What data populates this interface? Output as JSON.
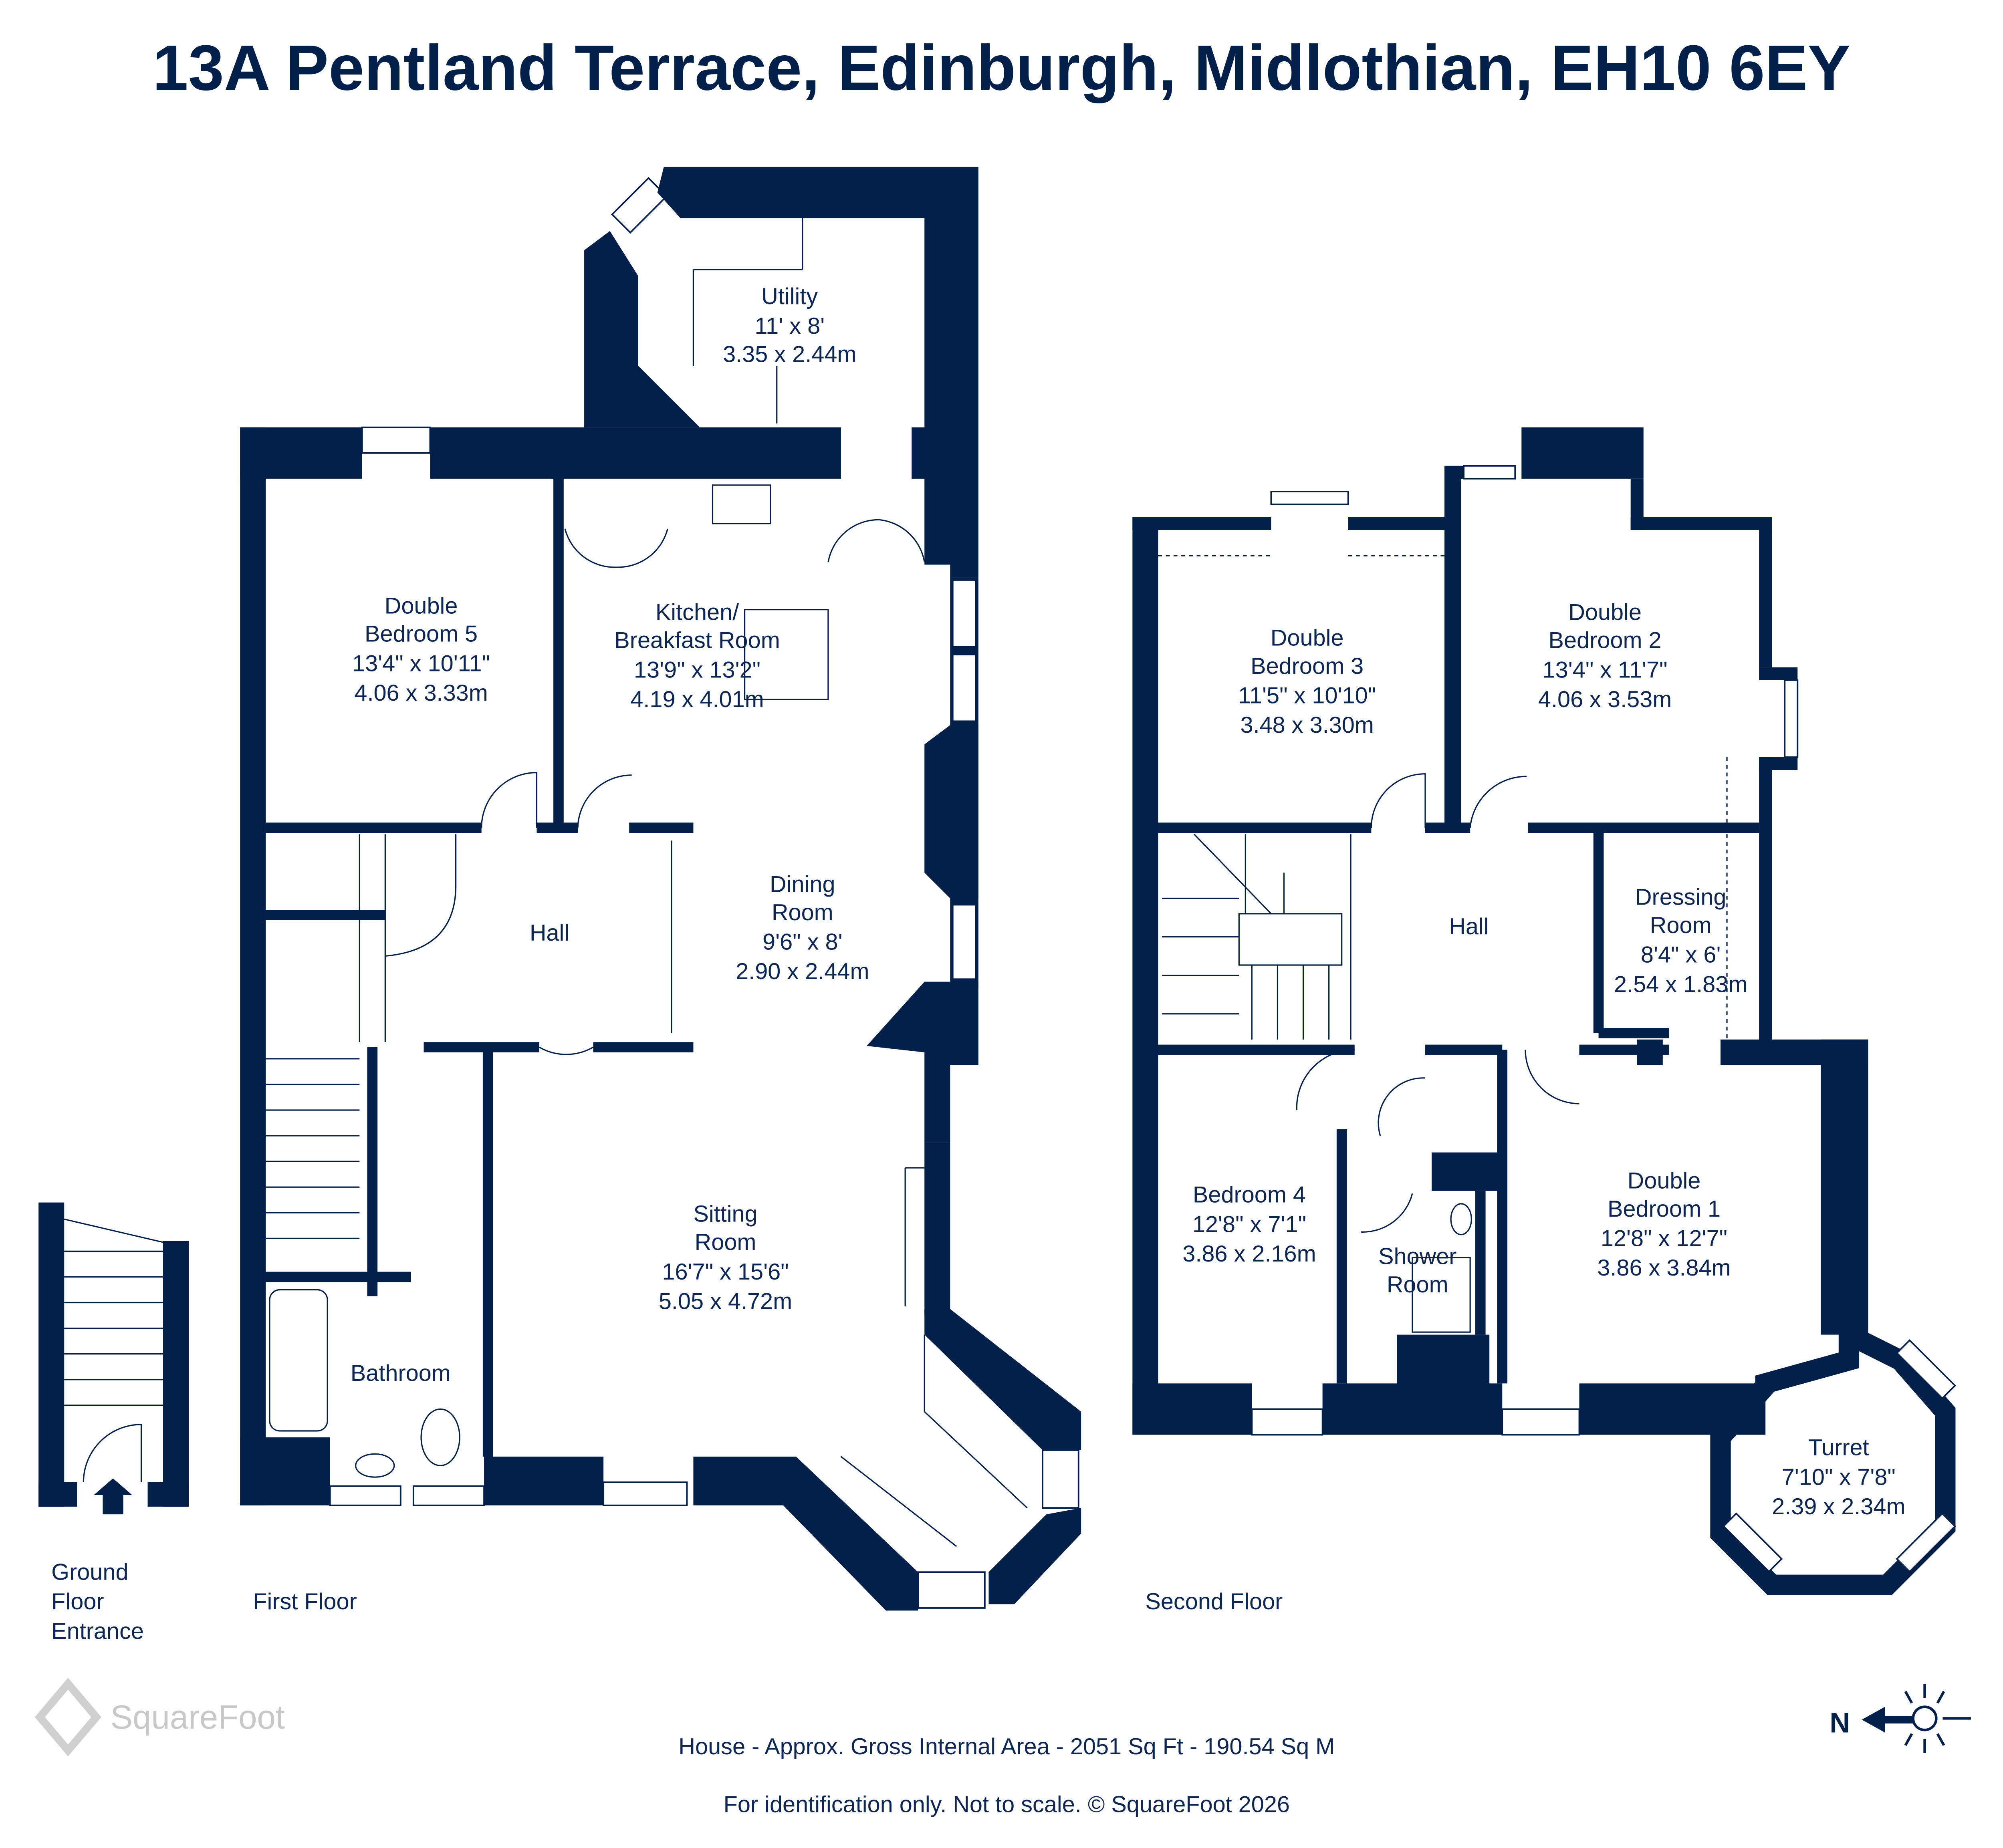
{
  "title": "13A Pentland Terrace, Edinburgh, Midlothian, EH10 6EY",
  "colors": {
    "wall": "#03204a",
    "text": "#0d2652"
  },
  "floors": {
    "ground": [
      "Ground",
      "Floor",
      "Entrance"
    ],
    "first": "First Floor",
    "second": "Second Floor"
  },
  "rooms": {
    "utility": [
      "Utility",
      "11' x 8'",
      "3.35 x 2.44m"
    ],
    "bedroom5": [
      "Double",
      "Bedroom 5",
      "13'4\" x 10'11\"",
      "4.06 x 3.33m"
    ],
    "kitchen": [
      "Kitchen/",
      "Breakfast Room",
      "13'9\" x 13'2\"",
      "4.19 x 4.01m"
    ],
    "hall1": [
      "Hall"
    ],
    "dining": [
      "Dining",
      "Room",
      "9'6\" x 8'",
      "2.90 x 2.44m"
    ],
    "sitting": [
      "Sitting",
      "Room",
      "16'7\" x 15'6\"",
      "5.05 x 4.72m"
    ],
    "bathroom": [
      "Bathroom"
    ],
    "bedroom3": [
      "Double",
      "Bedroom 3",
      "11'5\" x 10'10\"",
      "3.48 x 3.30m"
    ],
    "bedroom2": [
      "Double",
      "Bedroom 2",
      "13'4\" x 11'7\"",
      "4.06 x 3.53m"
    ],
    "hall2": [
      "Hall"
    ],
    "dressing": [
      "Dressing",
      "Room",
      "8'4\" x 6'",
      "2.54 x 1.83m"
    ],
    "bedroom4": [
      "Bedroom 4",
      "12'8\" x 7'1\"",
      "3.86 x 2.16m"
    ],
    "shower": [
      "Shower",
      "Room"
    ],
    "bedroom1": [
      "Double",
      "Bedroom 1",
      "12'8\" x 12'7\"",
      "3.86 x 3.84m"
    ],
    "turret": [
      "Turret",
      "7'10\" x 7'8\"",
      "2.39 x 2.34m"
    ]
  },
  "footer": {
    "area": "House - Approx. Gross Internal Area  -  2051 Sq Ft  -  190.54 Sq M",
    "disclaimer": "For identification only. Not to scale. © SquareFoot 2026",
    "logo": "SquareFoot",
    "compass_letter": "N"
  }
}
